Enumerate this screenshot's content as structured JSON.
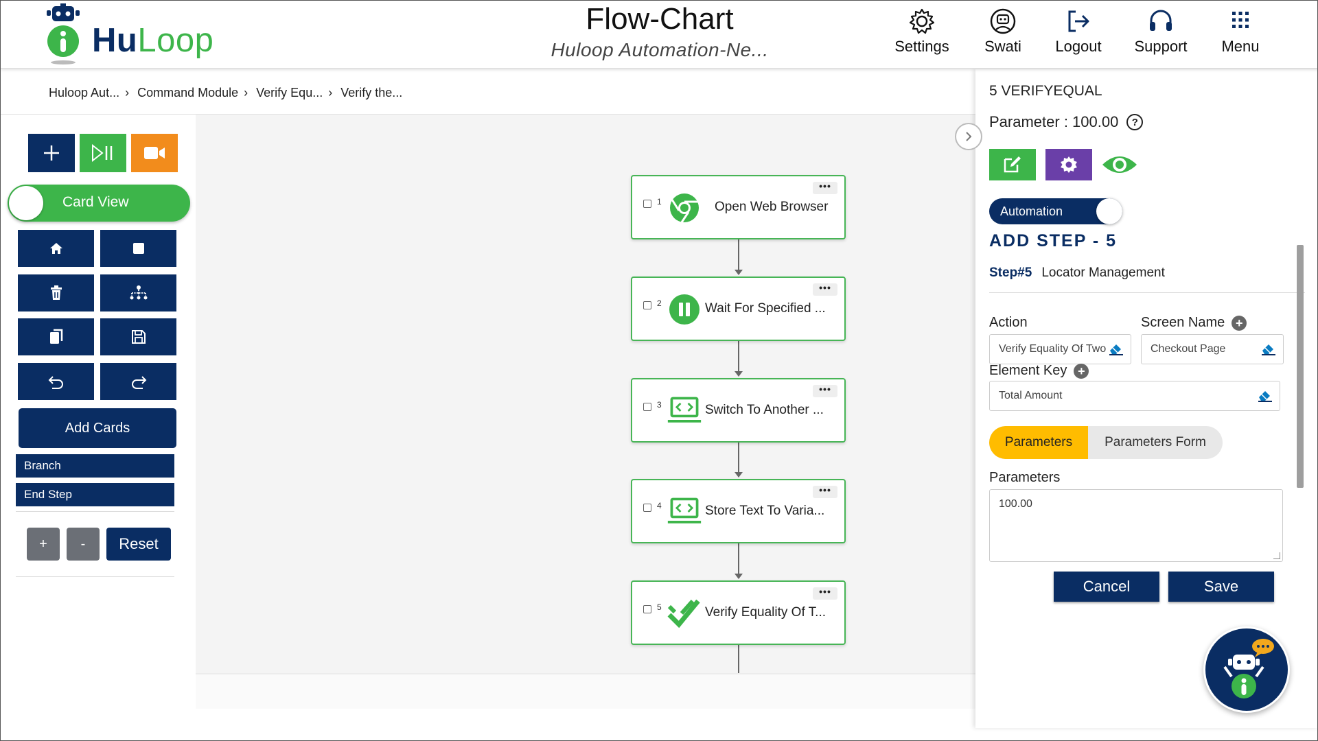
{
  "app": {
    "brand_hu": "Hu",
    "brand_loop": "Loop",
    "title": "Flow-Chart",
    "subtitle": "Huloop Automation-Ne..."
  },
  "nav": [
    {
      "label": "Settings",
      "icon": "gear-icon"
    },
    {
      "label": "Swati",
      "icon": "user-robot-icon"
    },
    {
      "label": "Logout",
      "icon": "logout-icon"
    },
    {
      "label": "Support",
      "icon": "headset-icon"
    },
    {
      "label": "Menu",
      "icon": "grid-menu-icon"
    }
  ],
  "breadcrumb": [
    "Huloop Aut...",
    "Command Module",
    "Verify Equ...",
    "Verify the..."
  ],
  "toolbar": {
    "card_view_label": "Card View",
    "add_cards_label": "Add Cards",
    "branch_label": "Branch",
    "end_step_label": "End Step",
    "zoom_in_label": "+",
    "zoom_out_label": "-",
    "reset_label": "Reset"
  },
  "steps": [
    {
      "num": "1",
      "label": "Open Web Browser",
      "icon": "chrome-icon"
    },
    {
      "num": "2",
      "label": "Wait For Specified ...",
      "icon": "pause-icon"
    },
    {
      "num": "3",
      "label": "Switch To Another ...",
      "icon": "laptop-code-icon"
    },
    {
      "num": "4",
      "label": "Store Text To Varia...",
      "icon": "laptop-code-icon"
    },
    {
      "num": "5",
      "label": "Verify Equality Of T...",
      "icon": "double-check-icon"
    }
  ],
  "panel": {
    "title": "5 VERIFYEQUAL",
    "parameter_label": "Parameter : 100.00",
    "automation_label": "Automation",
    "add_step": "ADD STEP - 5",
    "step_num": "Step#5",
    "step_name": "Locator Management",
    "action_label": "Action",
    "action_value": "Verify Equality Of Two",
    "screen_label": "Screen Name",
    "screen_value": "Checkout Page",
    "element_label": "Element Key",
    "element_value": "Total Amount",
    "tab_parameters": "Parameters",
    "tab_parameters_form": "Parameters Form",
    "params_label": "Parameters",
    "params_value": "100.00",
    "cancel_label": "Cancel",
    "save_label": "Save"
  },
  "colors": {
    "navy": "#0a2d63",
    "green": "#3db54a",
    "orange": "#f28c1c",
    "purple": "#6a3fa8",
    "yellow": "#ffbc00"
  }
}
